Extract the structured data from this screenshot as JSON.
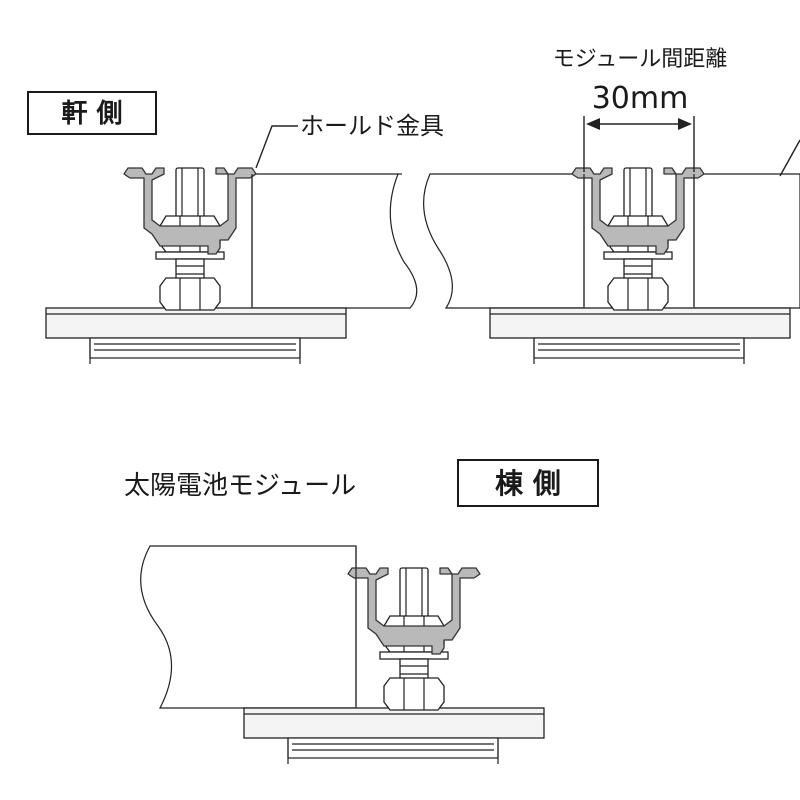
{
  "labels": {
    "eave_side": "軒 側",
    "ridge_side": "棟 側",
    "hold_bracket": "ホールド金具",
    "module_gap_title": "モジュール間距離",
    "module_gap_value": "30mm",
    "solar_module": "太陽電池モジュール"
  },
  "colors": {
    "line": "#222222",
    "bracket_fill": "#b9b9b9",
    "rail_fill": "#f4f4f4",
    "background": "#ffffff"
  }
}
